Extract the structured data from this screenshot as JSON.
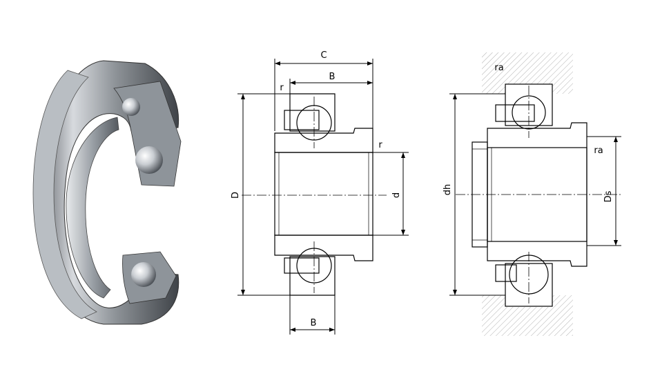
{
  "photo": {
    "subject": "ball-bearing-cutaway-icon"
  },
  "section_view": {
    "labels": {
      "C": "C",
      "B_top": "B",
      "B_bottom": "B",
      "r_left": "r",
      "r_right": "r",
      "D": "D",
      "d": "d"
    }
  },
  "mounting_view": {
    "labels": {
      "ra_top": "ra",
      "ra_right": "ra",
      "dh": "dh",
      "Ds": "Ds"
    }
  },
  "colors": {
    "line": "#000000",
    "section_hatch": "#000000",
    "housing_hatch": "#9a9a9a",
    "background": "#ffffff"
  }
}
